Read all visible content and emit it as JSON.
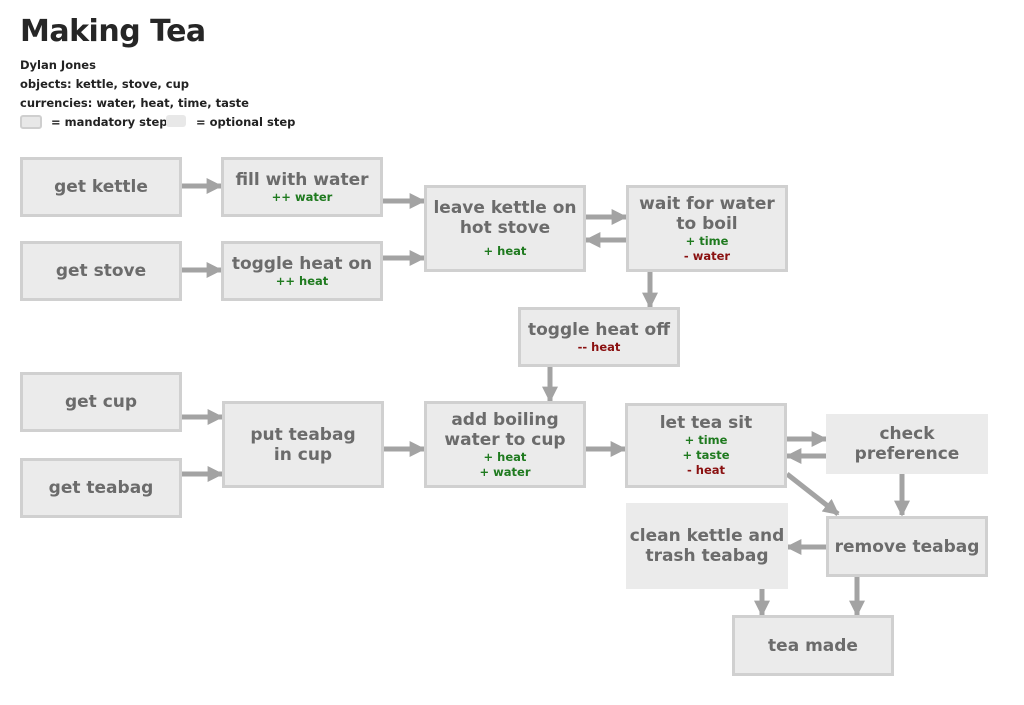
{
  "header": {
    "title": "Making Tea",
    "author": "Dylan Jones",
    "objects": "objects: kettle, stove, cup",
    "currencies": "currencies: water, heat, time, taste",
    "legend_mandatory": "= mandatory step",
    "legend_optional": "= optional step"
  },
  "nodes": {
    "get_kettle": {
      "label": "get kettle"
    },
    "fill_water": {
      "label": "fill with water",
      "r1": "++ water"
    },
    "get_stove": {
      "label": "get stove"
    },
    "toggle_on": {
      "label": "toggle heat on",
      "r1": "++ heat"
    },
    "leave_kettle": {
      "label": "leave kettle on\nhot stove",
      "r1": "+ heat"
    },
    "wait_boil": {
      "label": "wait for water\nto boil",
      "r1": "+ time",
      "r2": "- water"
    },
    "toggle_off": {
      "label": "toggle heat off",
      "r1": "-- heat"
    },
    "get_cup": {
      "label": "get cup"
    },
    "get_teabag": {
      "label": "get teabag"
    },
    "put_teabag": {
      "label": "put teabag\nin cup"
    },
    "add_water": {
      "label": "add boiling\nwater to cup",
      "r1": "+ heat",
      "r2": "+ water"
    },
    "let_sit": {
      "label": "let tea sit",
      "r1": "+ time",
      "r2": "+ taste",
      "r3": "- heat"
    },
    "check_pref": {
      "label": "check preference"
    },
    "remove_teabag": {
      "label": "remove teabag"
    },
    "clean_kettle": {
      "label": "clean kettle and\ntrash teabag"
    },
    "tea_made": {
      "label": "tea made"
    }
  }
}
